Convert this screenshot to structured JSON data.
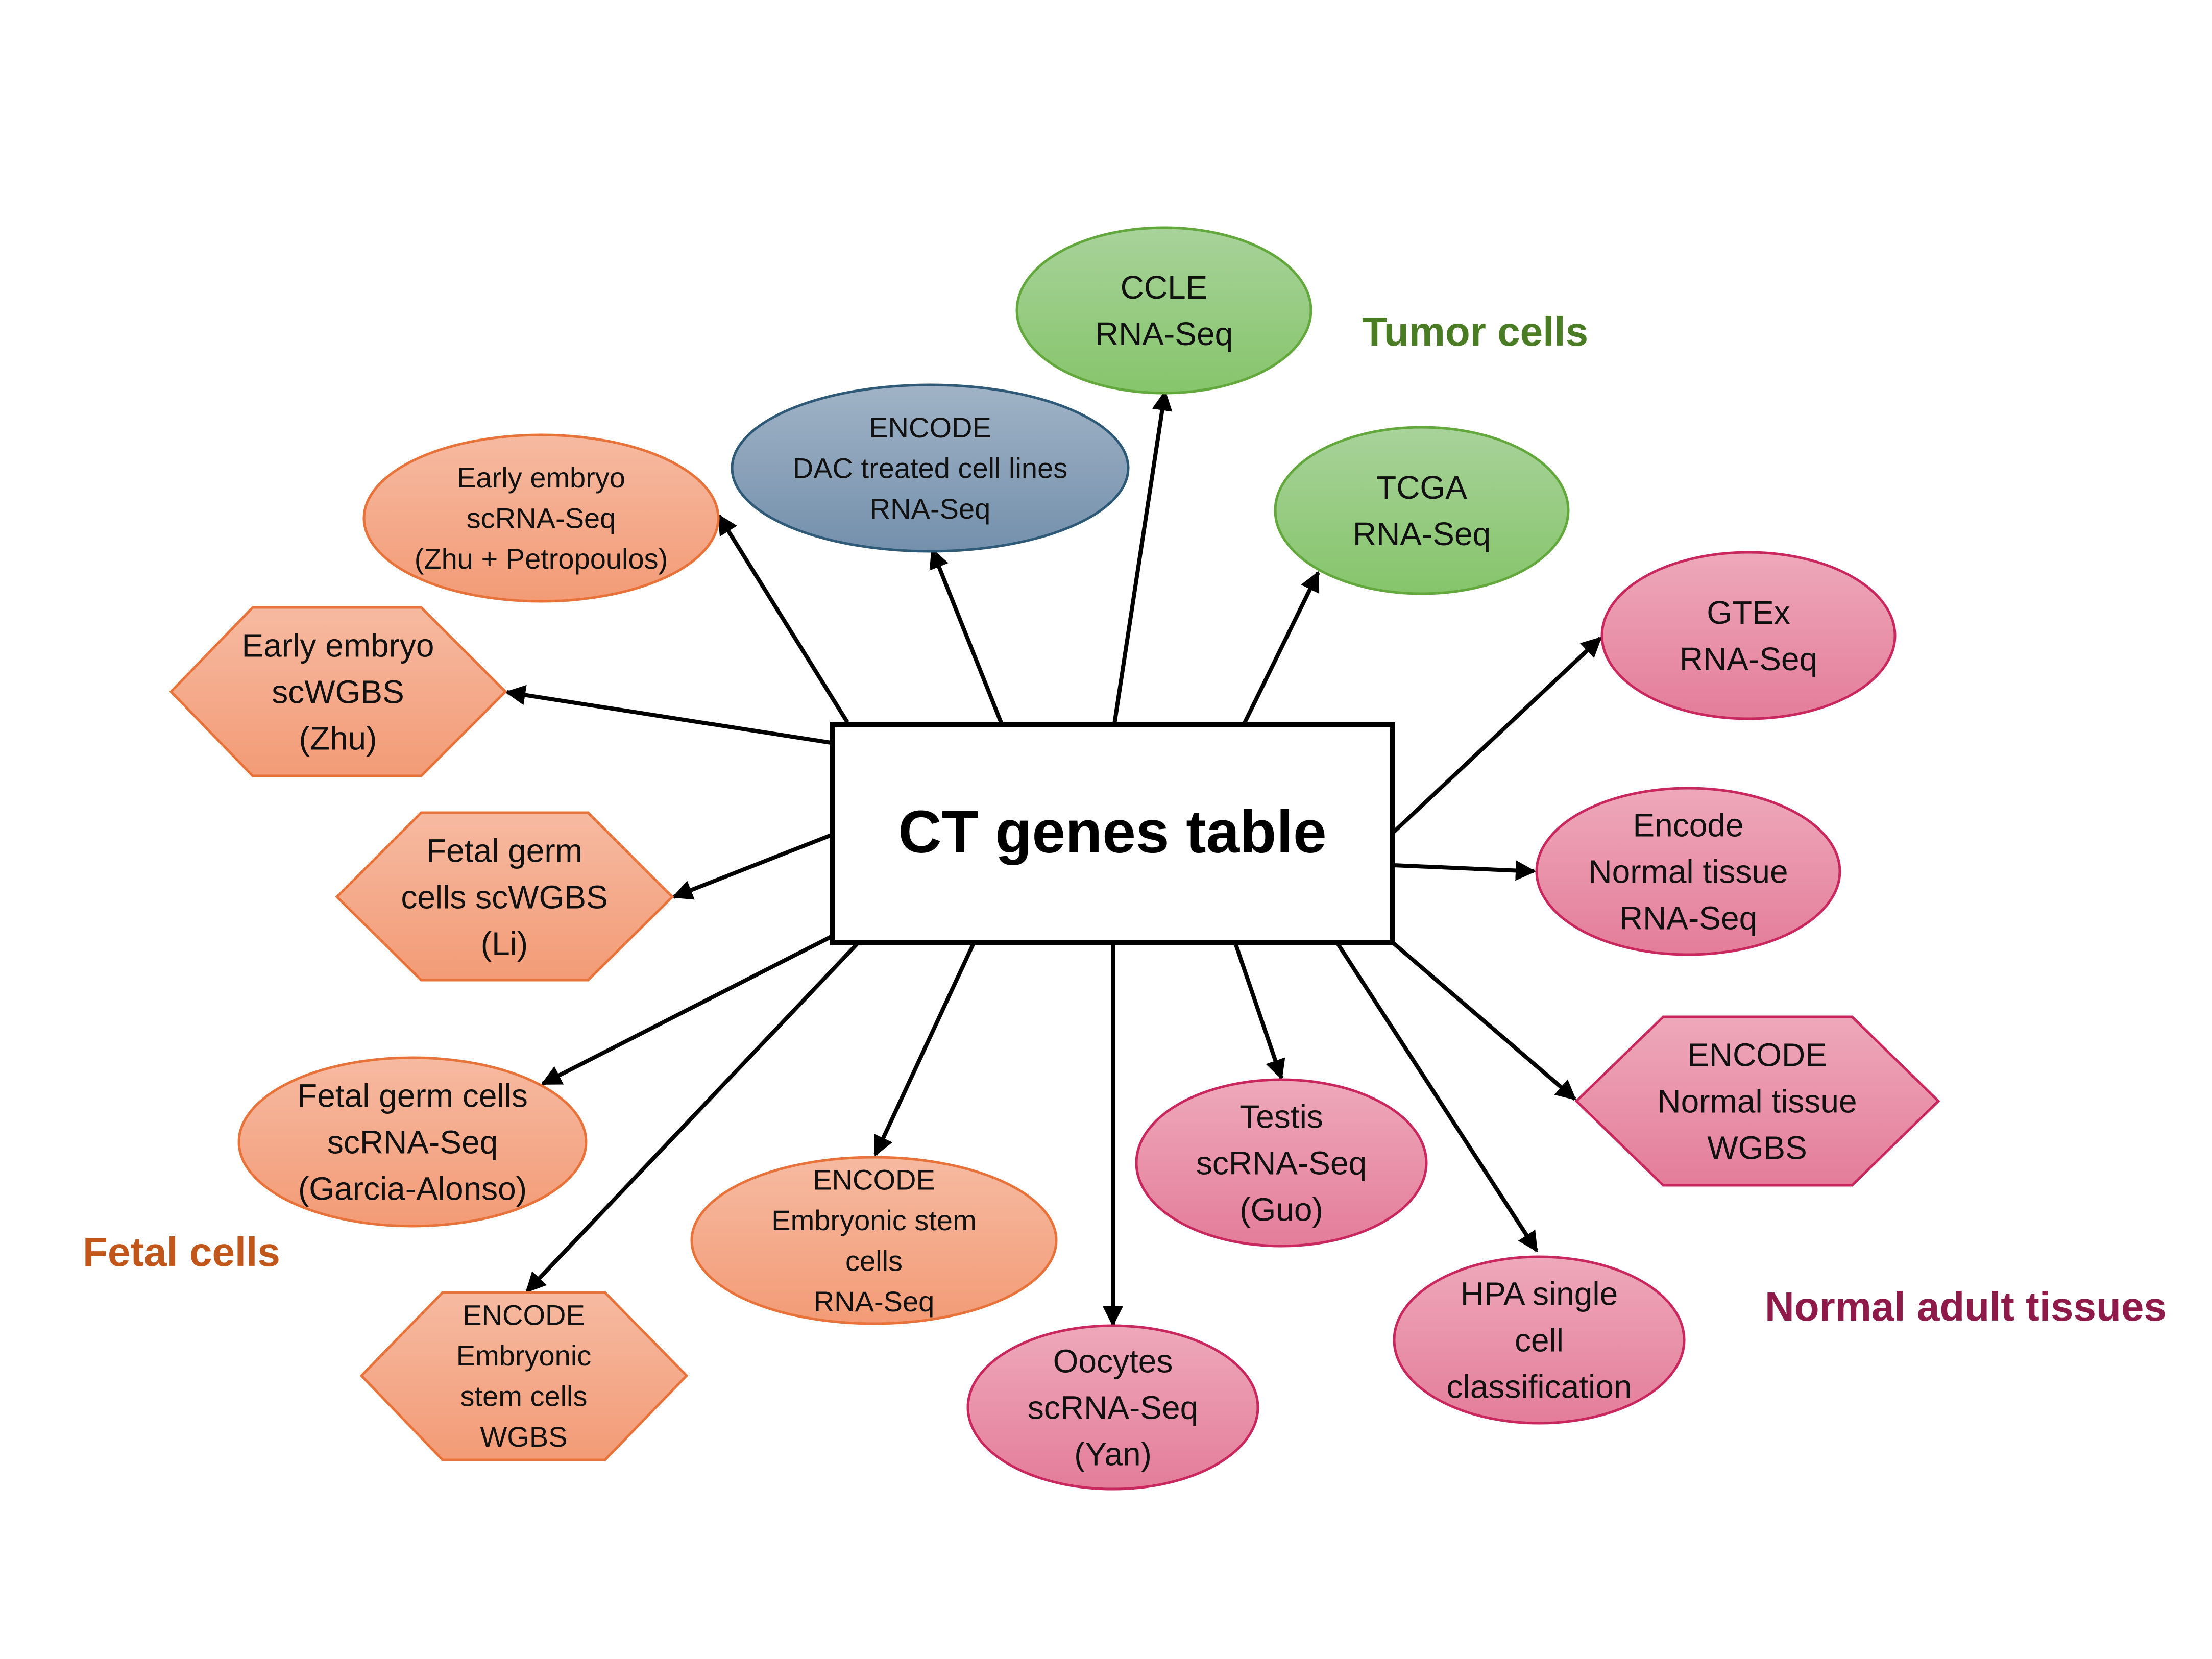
{
  "center": {
    "label": "CT genes table"
  },
  "groups": {
    "tumor": {
      "label": "Tumor cells",
      "color": "#4a7c23"
    },
    "fetal": {
      "label": "Fetal cells",
      "color": "#c0561a"
    },
    "adult": {
      "label": "Normal adult tissues",
      "color": "#8e1a4a"
    }
  },
  "colors": {
    "tumor_fill_top": "#a8d29a",
    "tumor_fill_bottom": "#86c56b",
    "tumor_stroke": "#62a83c",
    "dac_fill_top": "#a0b3c6",
    "dac_fill_bottom": "#7490ac",
    "dac_stroke": "#2e5a78",
    "fetal_fill_top": "#f6baa1",
    "fetal_fill_bottom": "#f39b76",
    "fetal_stroke": "#e8733a",
    "adult_fill_top": "#eea8ba",
    "adult_fill_bottom": "#e47d9a",
    "adult_stroke": "#c8285e"
  },
  "nodes": {
    "ccle": {
      "shape": "ellipse",
      "group": "tumor",
      "lines": [
        "CCLE",
        "RNA-Seq"
      ]
    },
    "tcga": {
      "shape": "ellipse",
      "group": "tumor",
      "lines": [
        "TCGA",
        "RNA-Seq"
      ]
    },
    "encode_dac": {
      "shape": "ellipse",
      "group": "dac",
      "lines": [
        "ENCODE",
        "DAC treated cell lines",
        "RNA-Seq"
      ]
    },
    "early_embryo_scrnaseq": {
      "shape": "ellipse",
      "group": "fetal",
      "lines": [
        "Early embryo",
        "scRNA-Seq",
        "(Zhu + Petropoulos)"
      ]
    },
    "early_embryo_scwgbs": {
      "shape": "hexagon",
      "group": "fetal",
      "lines": [
        "Early embryo",
        "scWGBS",
        "(Zhu)"
      ]
    },
    "fetal_germ_scwgbs": {
      "shape": "hexagon",
      "group": "fetal",
      "lines": [
        "Fetal germ",
        "cells scWGBS",
        "(Li)"
      ]
    },
    "fetal_germ_scrnaseq": {
      "shape": "ellipse",
      "group": "fetal",
      "lines": [
        "Fetal germ cells",
        "scRNA-Seq",
        "(Garcia-Alonso)"
      ]
    },
    "encode_esc_wgbs": {
      "shape": "hexagon",
      "group": "fetal",
      "lines": [
        "ENCODE",
        "Embryonic",
        "stem cells",
        "WGBS"
      ]
    },
    "encode_esc_rnaseq": {
      "shape": "ellipse",
      "group": "fetal",
      "lines": [
        "ENCODE",
        "Embryonic stem",
        "cells",
        "RNA-Seq"
      ]
    },
    "oocytes": {
      "shape": "ellipse",
      "group": "adult",
      "lines": [
        "Oocytes",
        "scRNA-Seq",
        "(Yan)"
      ]
    },
    "testis": {
      "shape": "ellipse",
      "group": "adult",
      "lines": [
        "Testis",
        "scRNA-Seq",
        "(Guo)"
      ]
    },
    "hpa": {
      "shape": "ellipse",
      "group": "adult",
      "lines": [
        "HPA single",
        "cell",
        "classification"
      ]
    },
    "encode_normal_wgbs": {
      "shape": "hexagon",
      "group": "adult",
      "lines": [
        "ENCODE",
        "Normal tissue",
        "WGBS"
      ]
    },
    "encode_normal_rnaseq": {
      "shape": "ellipse",
      "group": "adult",
      "lines": [
        "Encode",
        "Normal tissue",
        "RNA-Seq"
      ]
    },
    "gtex": {
      "shape": "ellipse",
      "group": "adult",
      "lines": [
        "GTEx",
        "RNA-Seq"
      ]
    }
  }
}
